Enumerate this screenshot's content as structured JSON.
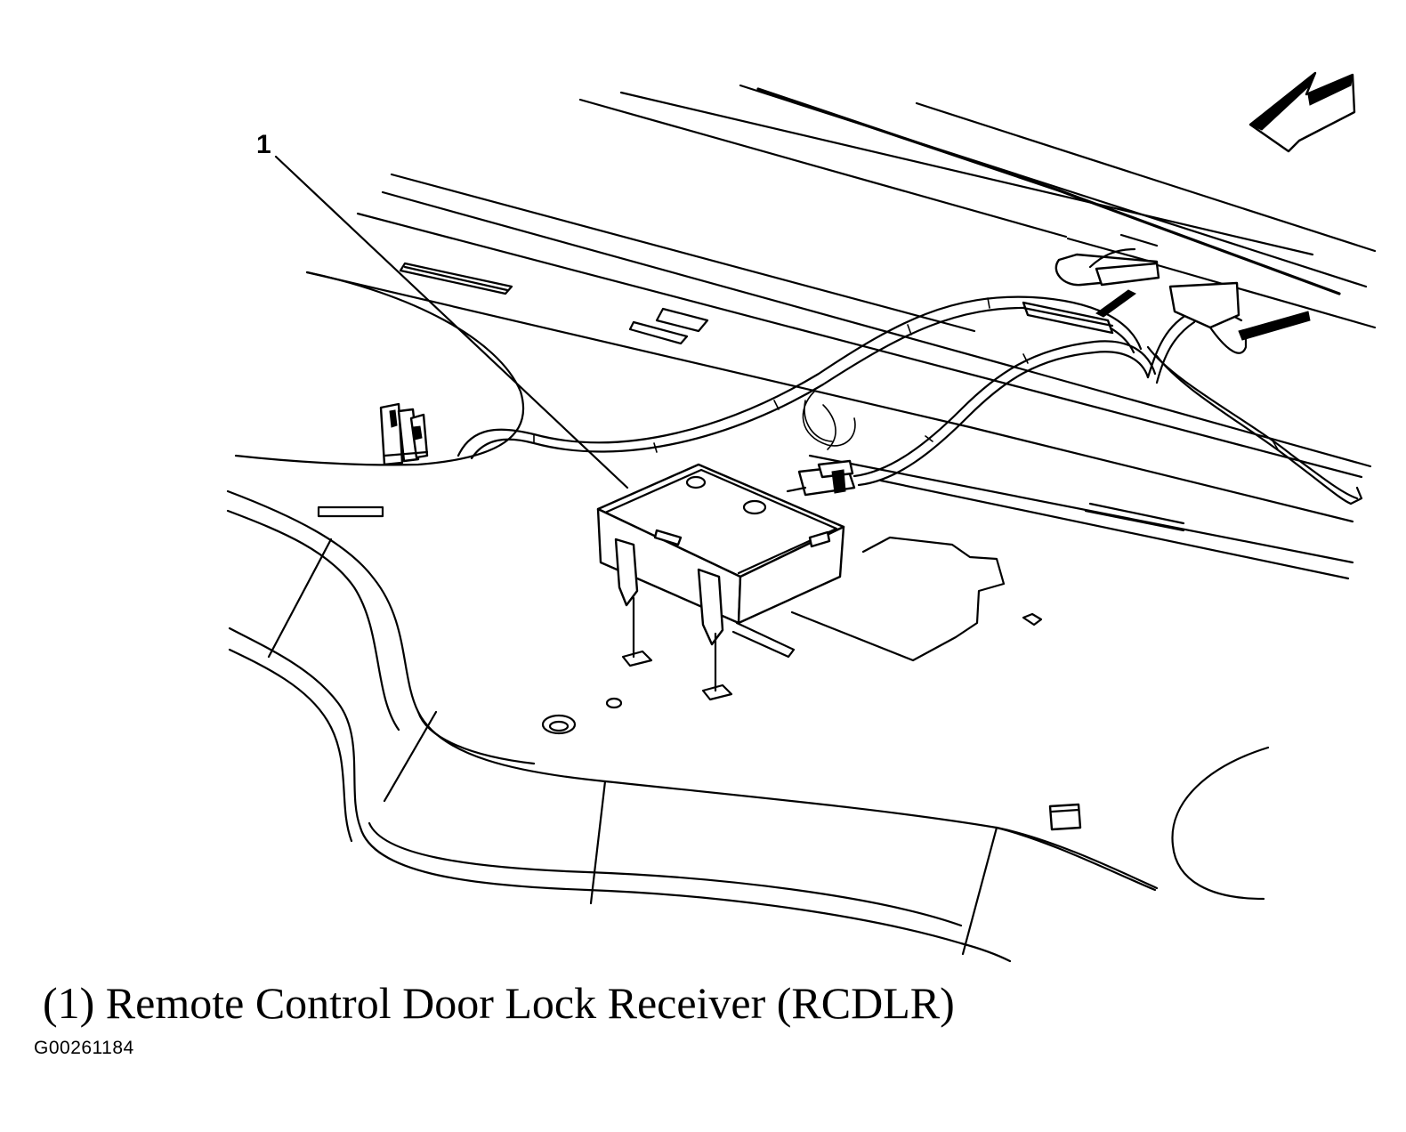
{
  "diagram": {
    "callout_number": "1",
    "caption": "(1) Remote Control Door Lock Receiver (RCDLR)",
    "figure_id": "G00261184",
    "icons": [
      "direction-arrow-icon"
    ]
  }
}
